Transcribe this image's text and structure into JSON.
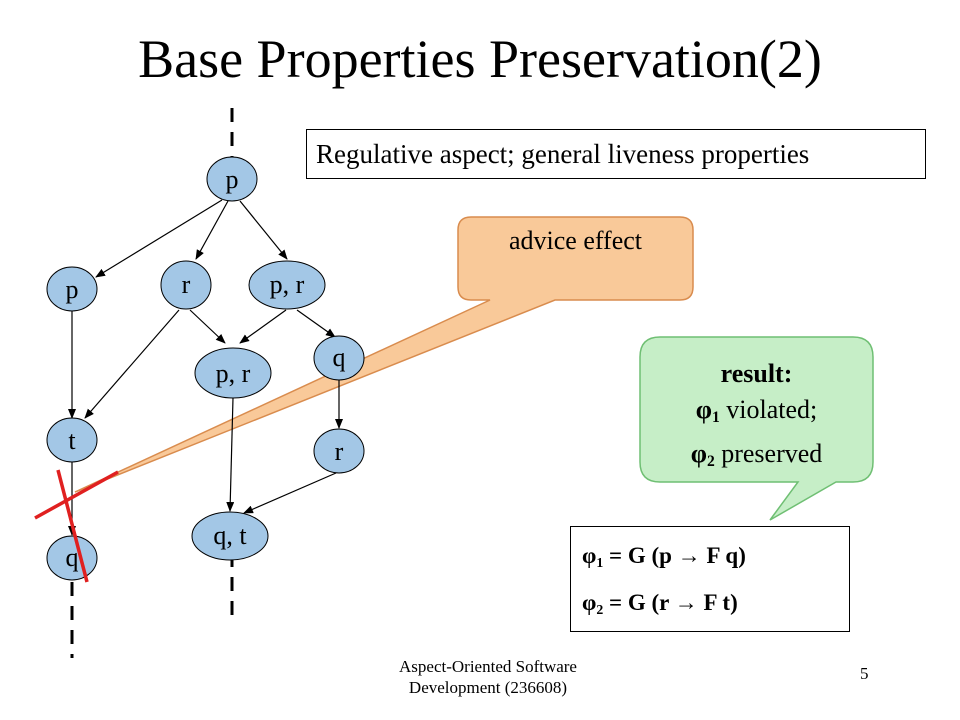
{
  "title": "Base Properties Preservation(2)",
  "info": "Regulative aspect; general liveness properties",
  "advice_label": "advice effect",
  "result": {
    "heading": "result:",
    "line1_symbol": "φ",
    "line1_sub": "1",
    "line1_text": " violated;",
    "line2_symbol": "φ",
    "line2_sub": "2",
    "line2_text": " preserved"
  },
  "formulas": [
    {
      "symbol": "φ",
      "sub": "1",
      "expr": " = G (p → F q)"
    },
    {
      "symbol": "φ",
      "sub": "2",
      "expr": " = G (r → F t)"
    }
  ],
  "nodes": {
    "top_p": "p",
    "left_p": "p",
    "mid_r": "r",
    "right_pr": "p, r",
    "center_pr": "p, r",
    "right_q": "q",
    "left_t": "t",
    "right_r": "r",
    "bottom_qt": "q, t",
    "bottom_q": "q"
  },
  "footer": {
    "line1": "Aspect-Oriented Software",
    "line2": "Development (236608)"
  },
  "page_number": "5",
  "colors": {
    "node_fill": "#a3c7e6",
    "advice_fill": "#f9c999",
    "advice_stroke": "#d98c4e",
    "result_fill": "#c6eec7",
    "result_stroke": "#6fbf73",
    "cross": "#e02020"
  }
}
